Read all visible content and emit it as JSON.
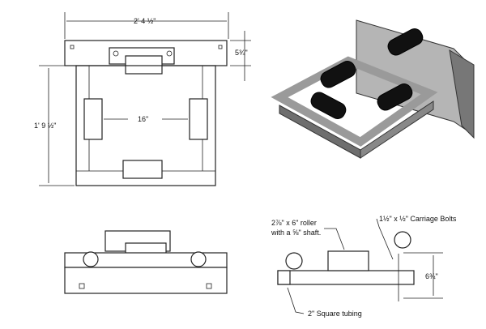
{
  "top_view": {
    "width_dim": "2' 4 ½\"",
    "height_dim": "5¾\"",
    "depth_dim": "1' 9 ½\"",
    "inner_dim": "16\""
  },
  "side_view": {
    "roller_note": [
      "2⅞\" x 6\" roller",
      "with a ⅝\" shaft."
    ],
    "bolt_note": "1½\" x ½\" Carriage Bolts",
    "height_dim": "6¾\"",
    "tubing_note": "2\" Square tubing"
  },
  "colors": {
    "line": "#222222",
    "roller": "#111111",
    "iso_frame": "#9a9a9a"
  }
}
